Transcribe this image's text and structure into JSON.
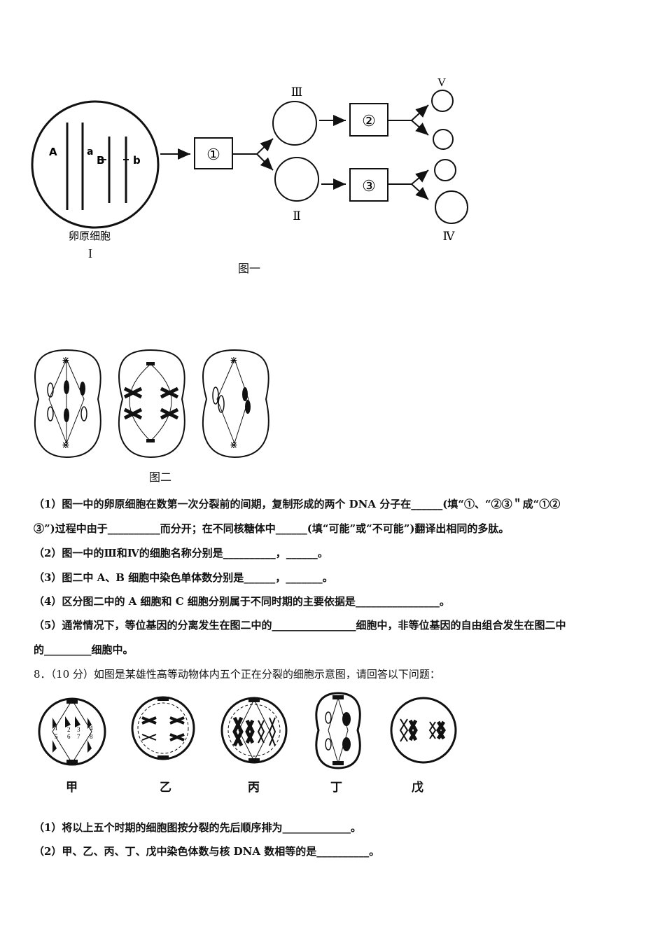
{
  "figure1": {
    "cell_labels": {
      "A": "A",
      "a": "a",
      "B": "B",
      "b": "b"
    },
    "process_labels": [
      "①",
      "②",
      "③"
    ],
    "roman_labels": {
      "I": "I",
      "II": "Ⅱ",
      "III": "Ⅲ",
      "IV": "Ⅳ",
      "V": "V"
    },
    "oocyte_caption": "卵原细胞",
    "caption": "图一"
  },
  "figure2": {
    "caption": "图二"
  },
  "questions": {
    "q1_line1": "（1）图一中的卵原细胞在数第一次分裂前的间期，复制形成的两个 DNA 分子在______(填“①、“②③＂成“①②",
    "q1_line2": "③”)过程中由于__________而分开；在不同核糖体中______(填“可能”或“不可能”)翻译出相同的多肽。",
    "q2": "（2）图一中的Ⅲ和Ⅳ的细胞名称分别是__________，______。",
    "q3": "（3）图二中 A、B 细胞中染色单体数分别是______，_______。",
    "q4": "（4）区分图二中的 A 细胞和 C 细胞分别属于不同时期的主要依据是________________。",
    "q5_line1": "（5）通常情况下，等位基因的分离发生在图二中的________________细胞中，非等位基因的自由组合发生在图二中",
    "q5_line2": "的_________细胞中。"
  },
  "question8": {
    "header": "8．（10 分）如图是某雄性高等动物体内五个正在分裂的细胞示意图，请回答以下问题：",
    "cell_labels": [
      "甲",
      "乙",
      "丙",
      "丁",
      "戊"
    ],
    "chromosome_numbers": [
      "1",
      "2",
      "3",
      "4",
      "5",
      "6",
      "7",
      "8"
    ],
    "q1": "（1）将以上五个时期的细胞图按分裂的先后顺序排为_____________。",
    "q2": "（2）甲、乙、丙、丁、戊中染色体数与核 DNA 数相等的是__________。"
  }
}
